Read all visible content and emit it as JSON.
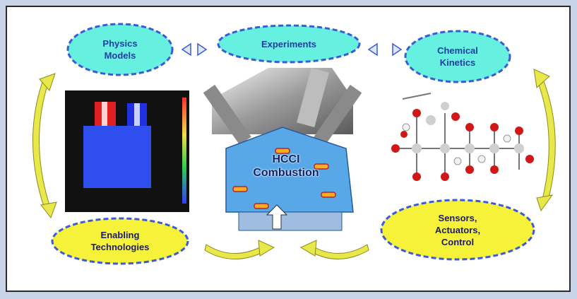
{
  "nodes": {
    "physics_models": "Physics\nModels",
    "experiments": "Experiments",
    "chemical_kinetics": "Chemical\nKinetics",
    "enabling_technologies": "Enabling\nTechnologies",
    "sensors_actuators_control": "Sensors,\nActuators,\nControl"
  },
  "center": {
    "label": "HCCI\nCombustion"
  },
  "colors": {
    "ellipse_cyan": "#66f0e0",
    "ellipse_yellow": "#f6f23a",
    "ellipse_border": "#3b5bd6",
    "arrow_yellow": "#e8e84a",
    "simulation_bg": "#111111",
    "simulation_block": "#2f4ef0"
  }
}
